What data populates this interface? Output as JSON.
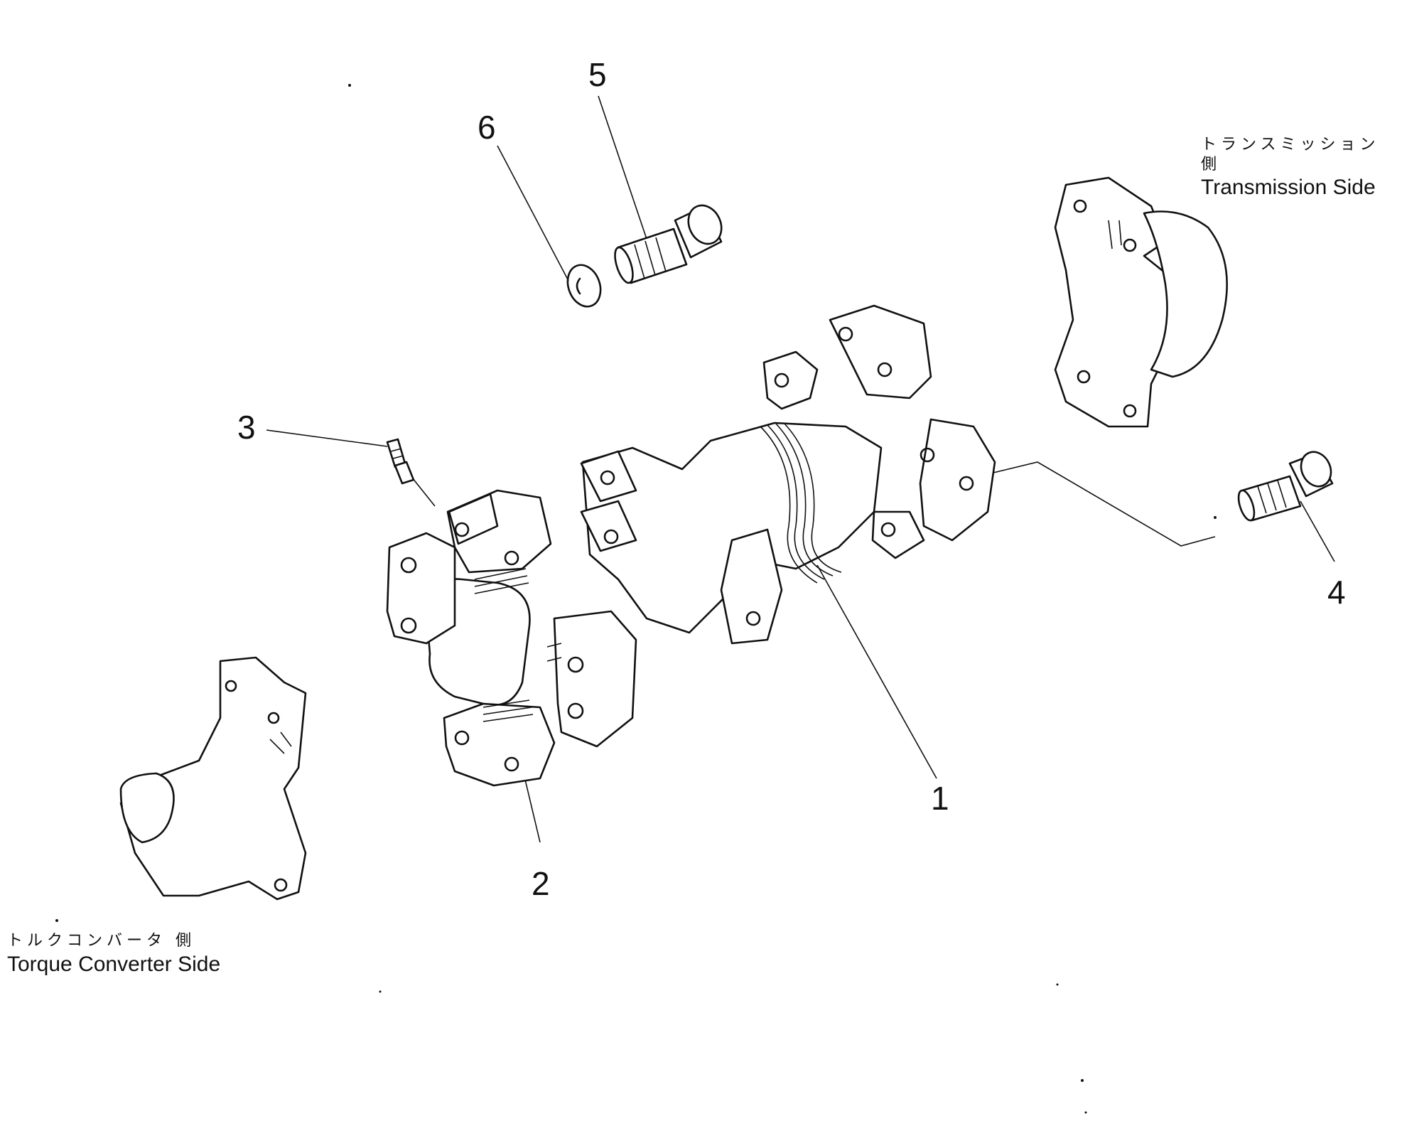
{
  "callouts": {
    "c1": "1",
    "c2": "2",
    "c3": "3",
    "c4": "4",
    "c5": "5",
    "c6": "6"
  },
  "transmission_side": {
    "jp": "トランスミッション　側",
    "en": "Transmission Side"
  },
  "torque_converter_side": {
    "jp": "トルクコンバータ 側",
    "en": "Torque Converter Side"
  },
  "colors": {
    "ink": "#111111",
    "paper": "#ffffff"
  }
}
